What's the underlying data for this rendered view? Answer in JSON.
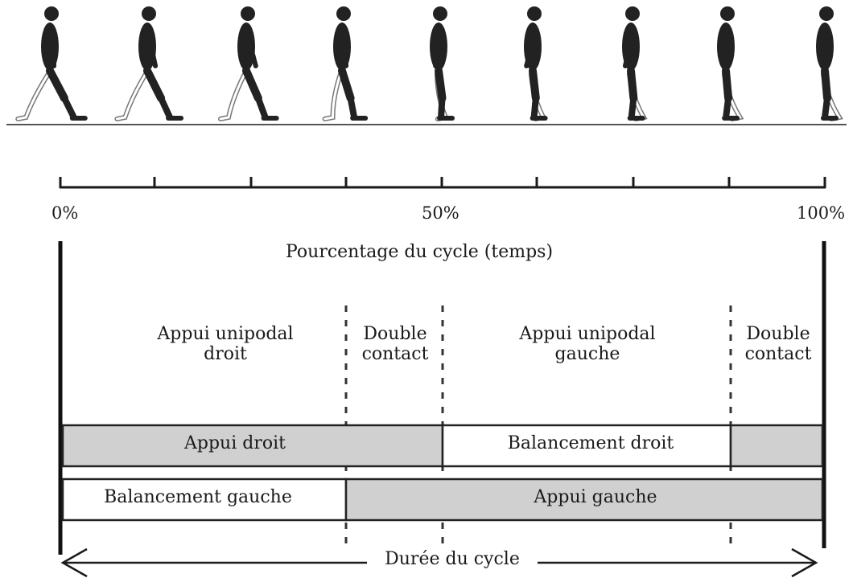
{
  "axis": {
    "tick_labels": [
      "0%",
      "50%",
      "100%"
    ],
    "title": "Pourcentage du cycle (temps)"
  },
  "phases": {
    "single_right": "Appui unipodal\ndroit",
    "double_1": "Double\ncontact",
    "single_left": "Appui unipodal\ngauche",
    "double_2": "Double\ncontact"
  },
  "bars": {
    "right_stance": "Appui droit",
    "right_swing": "Balancement droit",
    "left_swing": "Balancement gauche",
    "left_stance": "Appui gauche"
  },
  "cycle_duration": "Durée du cycle",
  "colors": {
    "stance_fill": "#d0d0d0",
    "swing_fill": "#ffffff",
    "ink": "#1a1a1a",
    "figure": "#222222"
  }
}
